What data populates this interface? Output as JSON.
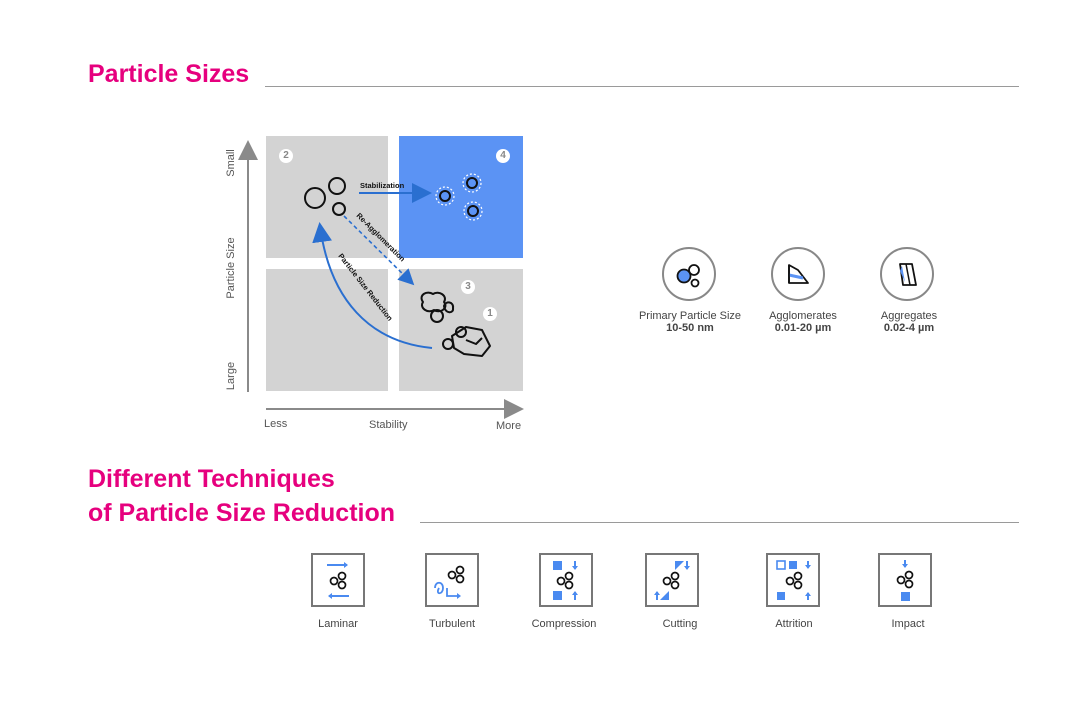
{
  "sections": {
    "particle_sizes_title": "Particle Sizes",
    "techniques_title_line1": "Different Techniques",
    "techniques_title_line2": "of Particle Size Reduction"
  },
  "diagram": {
    "y_axis": {
      "label": "Particle Size",
      "top": "Small",
      "bottom": "Large"
    },
    "x_axis": {
      "label": "Stability",
      "left": "Less",
      "right": "More"
    },
    "quadrant_numbers": [
      "2",
      "4",
      "3",
      "1"
    ],
    "arrows": {
      "stabilization": "Stabilization",
      "re_agglomeration": "Re-Agglomeration",
      "particle_size_reduction": "Particle Size Reduction"
    },
    "colors": {
      "quadrant_gray": "#d3d3d3",
      "quadrant_blue": "#5b93f4",
      "arrow_blue": "#2a6fd0"
    }
  },
  "particle_types": [
    {
      "icon": "primary-particle-icon",
      "name": "Primary Particle Size",
      "size": "10-50 nm"
    },
    {
      "icon": "agglomerate-icon",
      "name": "Agglomerates",
      "size": "0.01-20 µm"
    },
    {
      "icon": "aggregate-icon",
      "name": "Aggregates",
      "size": "0.02-4 µm"
    }
  ],
  "techniques": [
    {
      "icon": "laminar-icon",
      "label": "Laminar"
    },
    {
      "icon": "turbulent-icon",
      "label": "Turbulent"
    },
    {
      "icon": "compression-icon",
      "label": "Compression"
    },
    {
      "icon": "cutting-icon",
      "label": "Cutting"
    },
    {
      "icon": "attrition-icon",
      "label": "Attrition"
    },
    {
      "icon": "impact-icon",
      "label": "Impact"
    }
  ]
}
